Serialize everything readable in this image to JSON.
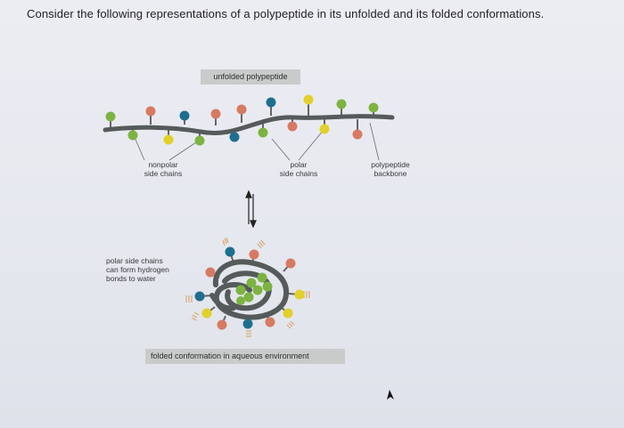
{
  "question": "Consider the following representations of a polypeptide in its unfolded and its folded conformations.",
  "labels": {
    "unfolded": "unfolded polypeptide",
    "folded": "folded conformation in aqueous environment",
    "nonpolar": [
      "nonpolar",
      "side chains"
    ],
    "polar": [
      "polar",
      "side chains"
    ],
    "backbone": [
      "polypeptide",
      "backbone"
    ],
    "hbond": [
      "polar side chains",
      "can form hydrogen",
      "bonds to water"
    ]
  },
  "colors": {
    "backbone": "#555a5a",
    "nonpolar_green": "#7cb342",
    "polar_orange": "#d77a62",
    "polar_blue": "#1e6f8f",
    "polar_yellow": "#e2d02a",
    "label_box": "#c9cbcb"
  },
  "icons": {
    "equilibrium": "up-down-arrows-icon",
    "cursor": "mouse-pointer-icon"
  }
}
